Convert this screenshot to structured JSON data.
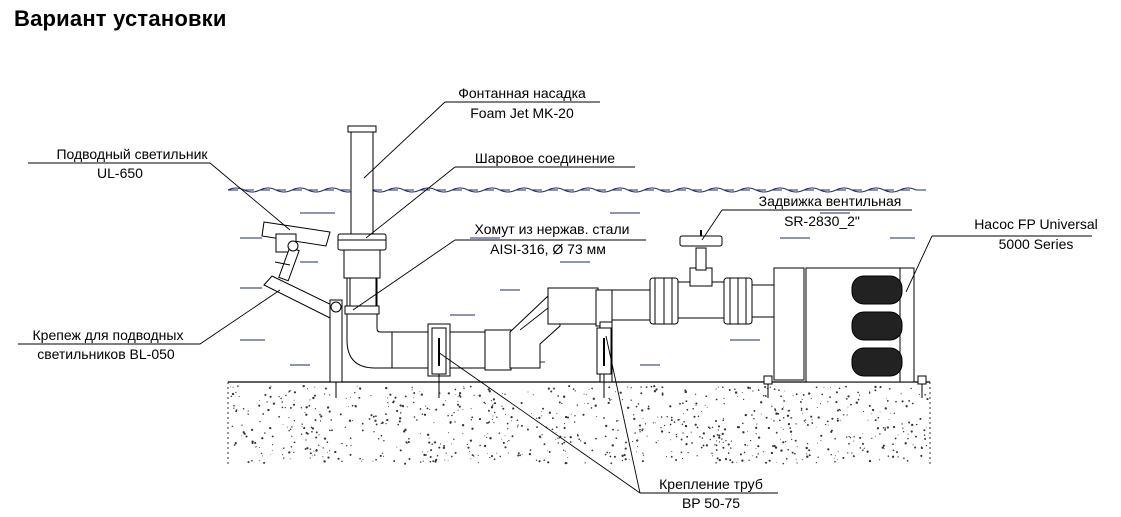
{
  "title": "Вариант установки",
  "labels": {
    "nozzle_line1": "Фонтанная насадка",
    "nozzle_line2": "Foam Jet MK-20",
    "ball_joint": "Шаровое соединение",
    "clamp_line1": "Хомут из нержав. стали",
    "clamp_line2": "AISI-316, Ø 73 мм",
    "valve_line1": "Задвижка вентильная",
    "valve_line2": "SR-2830_2\"",
    "pump_line1": "Насос FP Universal",
    "pump_line2": "5000 Series",
    "light_line1": "Подводный светильник",
    "light_line2": "UL-650",
    "mount_line1": "Крепеж для подводных",
    "mount_line2": "светильников BL-050",
    "pipe_mount_line1": "Крепление труб",
    "pipe_mount_line2": "BP 50-75"
  },
  "colors": {
    "line": "#000000",
    "water": "#1c2a6b",
    "fill": "#ffffff",
    "ground_dots": "#333333"
  }
}
